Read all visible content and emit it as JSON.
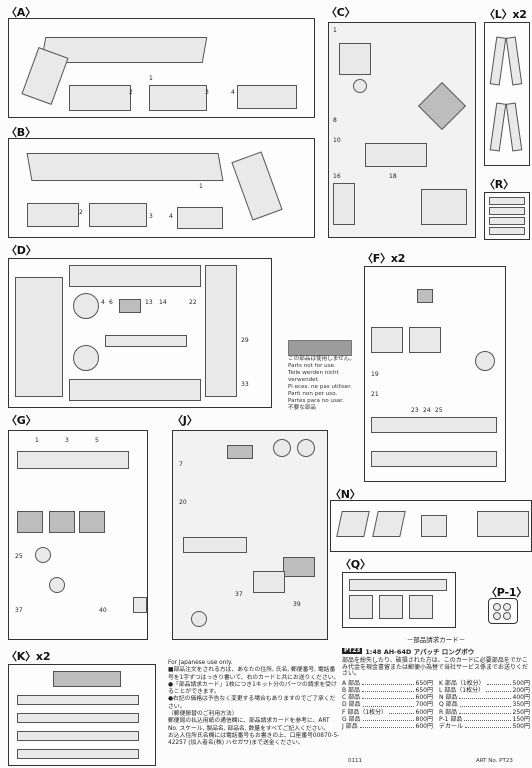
{
  "sprues": {
    "A": "〈A〉",
    "B": "〈B〉",
    "C": "〈C〉",
    "L": "〈L〉x2",
    "R": "〈R〉",
    "D": "〈D〉",
    "F": "〈F〉x2",
    "G": "〈G〉",
    "J": "〈J〉",
    "N": "〈N〉",
    "Q": "〈Q〉",
    "P1": "〈P-1〉",
    "K": "〈K〉x2"
  },
  "not_used_lines": [
    "この部品は使用しません。",
    "Parts not for use.",
    "Teile werden nicht verwendet.",
    "Pi eces. ne pas utiliser.",
    "Parti non per uso.",
    "Partes para no usar.",
    "不要な部品"
  ],
  "jp_notes": {
    "header": "For Japanese use only.",
    "lines": [
      "■部品注文をされる方は、あなたの住所, 氏名, 郵便番号, 電話番号を1字ずつはっきり書いて、右のカードと共にお送りください。",
      "●「部品請求カード」1枚につき1キット分のパーツの請求を受けることができます。",
      "●右記の価格は予告なく変更する場合もありますのでご了承ください。",
      "（郵便振替のご利用方法）",
      "郵便局の払込用紙の通信欄に、部品請求カードを参考に、ART No. スケール, 製品名, 部品名, 数量をすべてご記入ください。",
      "お込人住所氏名欄には電話番号もお書きの上、口座番号00870-5-42257 (加入者名(株) ハセガワ)まで送金ください。"
    ]
  },
  "order_card": {
    "title": "－部品請求カード－",
    "badge": "PT23",
    "product": "1:48  AH-64D アパッチ ロングボウ",
    "desc": "部品を紛失したり、破損された方は、このカードに必要部品をでかこみ代金を現金書留または郵便小為替で当社サービス係までお送りください。",
    "prices": [
      [
        "A 部品",
        "650円",
        "K 部品（1枚分）",
        "500円"
      ],
      [
        "B 部品",
        "650円",
        "L 部品（1枚分）",
        "200円"
      ],
      [
        "C 部品",
        "600円",
        "N 部品",
        "400円"
      ],
      [
        "D 部品",
        "700円",
        "Q 部品",
        "350円"
      ],
      [
        "F 部品（1枚分）",
        "600円",
        "R 部品",
        "250円"
      ],
      [
        "G 部品",
        "800円",
        "P-1 部品",
        "150円"
      ],
      [
        "J 部品",
        "600円",
        "デカール",
        "500円"
      ]
    ],
    "art_no": "ART No. PT23",
    "code": "0111"
  }
}
